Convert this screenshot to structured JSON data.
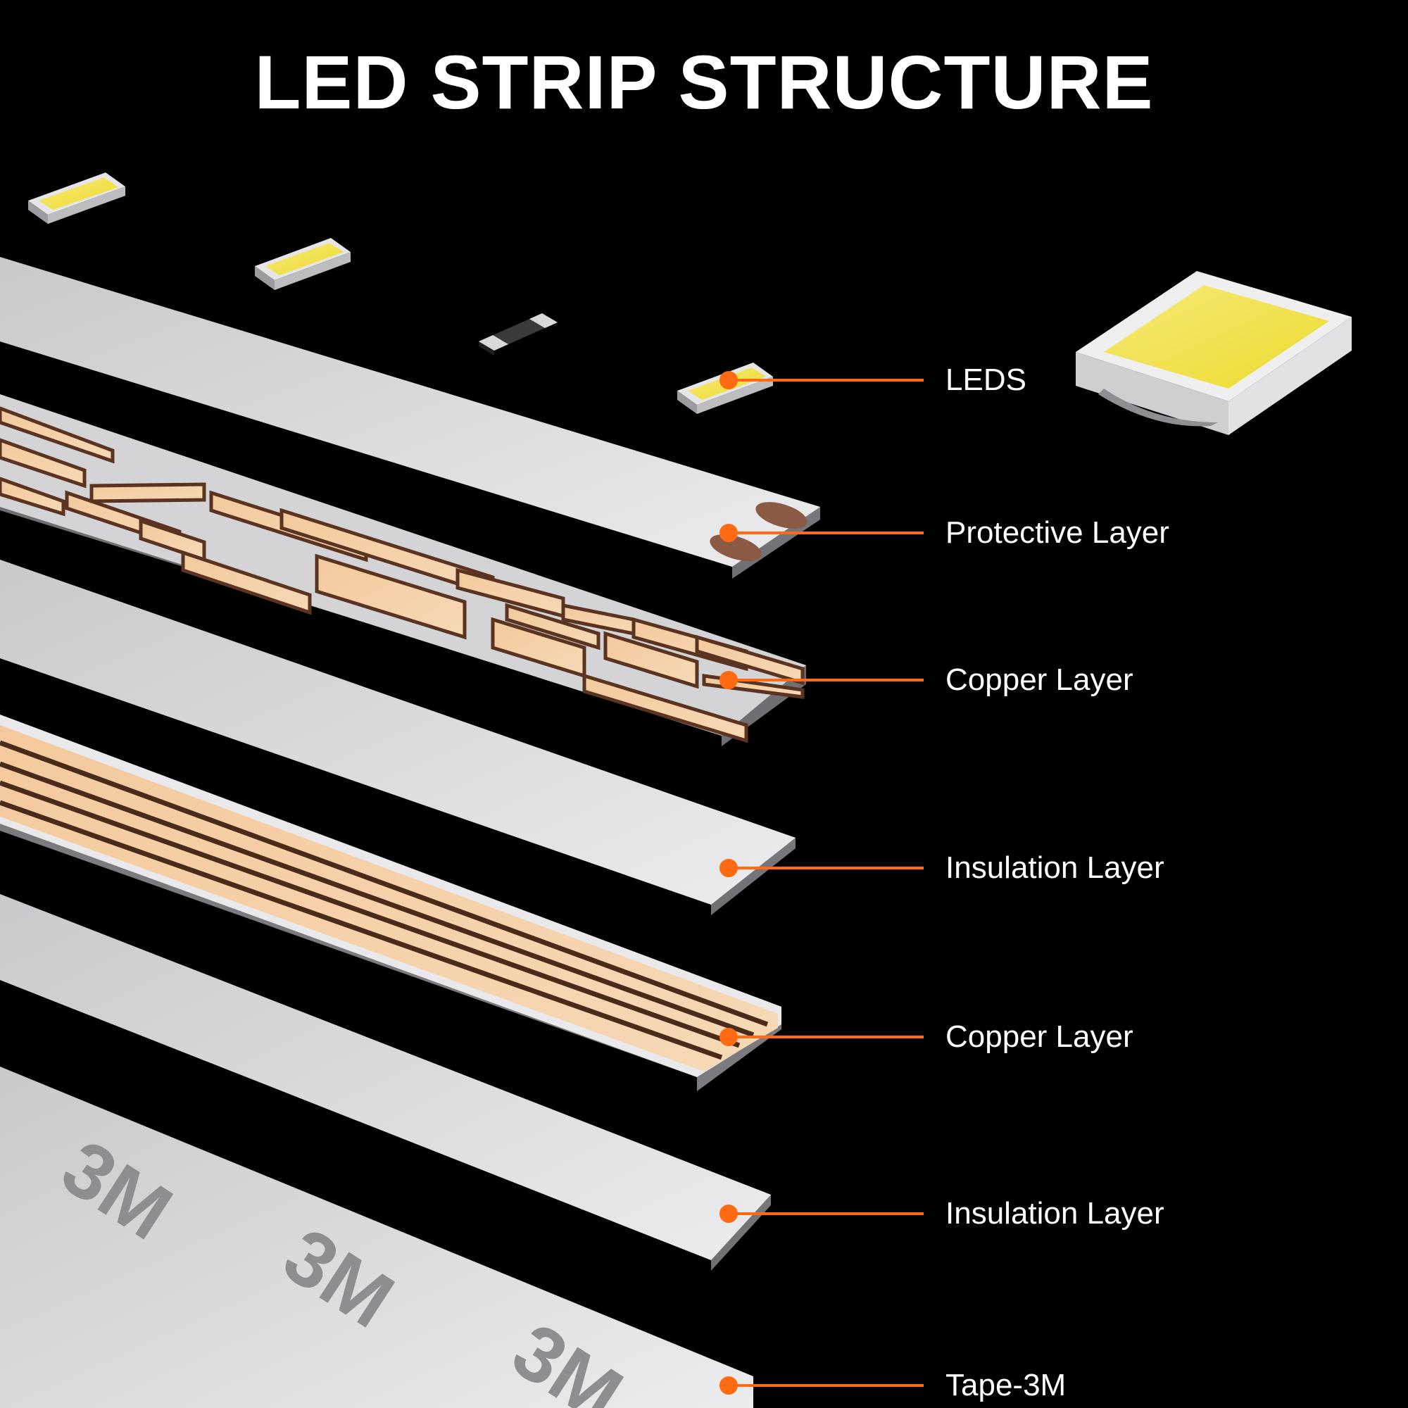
{
  "title": "LED STRIP STRUCTURE",
  "colors": {
    "background": "#000000",
    "leader_line": "#ff6a13",
    "led_phosphor": "#f3e24a",
    "copper": "#f0c49a",
    "insulation": "#d9d9dc"
  },
  "layers": [
    {
      "label": "LEDS"
    },
    {
      "label": "Protective Layer"
    },
    {
      "label": "Copper Layer"
    },
    {
      "label": "Insulation Layer"
    },
    {
      "label": "Copper Layer"
    },
    {
      "label": "Insulation Layer"
    },
    {
      "label": "Tape-3M"
    }
  ],
  "tape_print": "3M"
}
